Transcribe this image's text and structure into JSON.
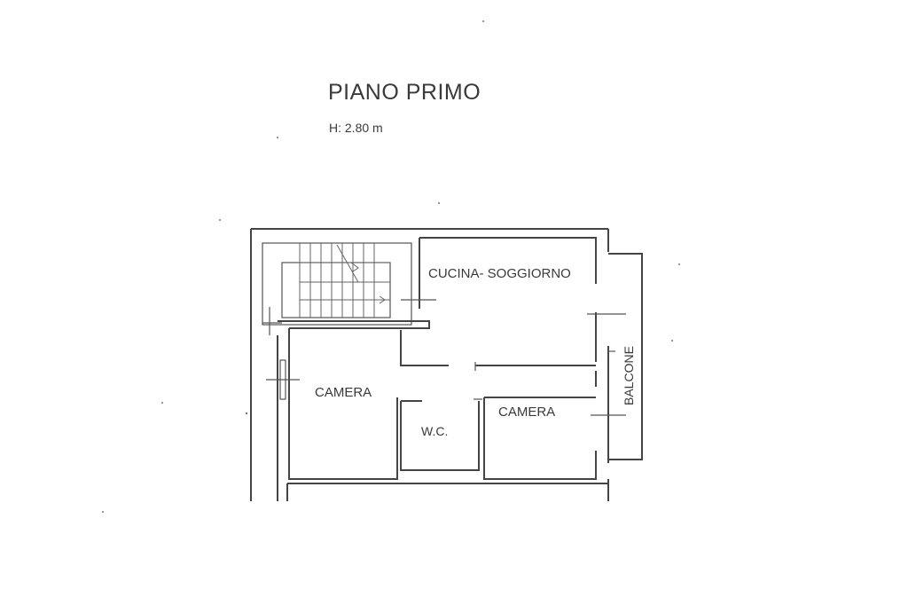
{
  "plan": {
    "title": "PIANO PRIMO",
    "height": "H: 2.80 m",
    "rooms": {
      "kitchen_living": "CUCINA- SOGGIORNO",
      "bedroom_left": "CAMERA",
      "bathroom": "W.C.",
      "bedroom_right": "CAMERA",
      "balcony": "BALCONE"
    }
  }
}
